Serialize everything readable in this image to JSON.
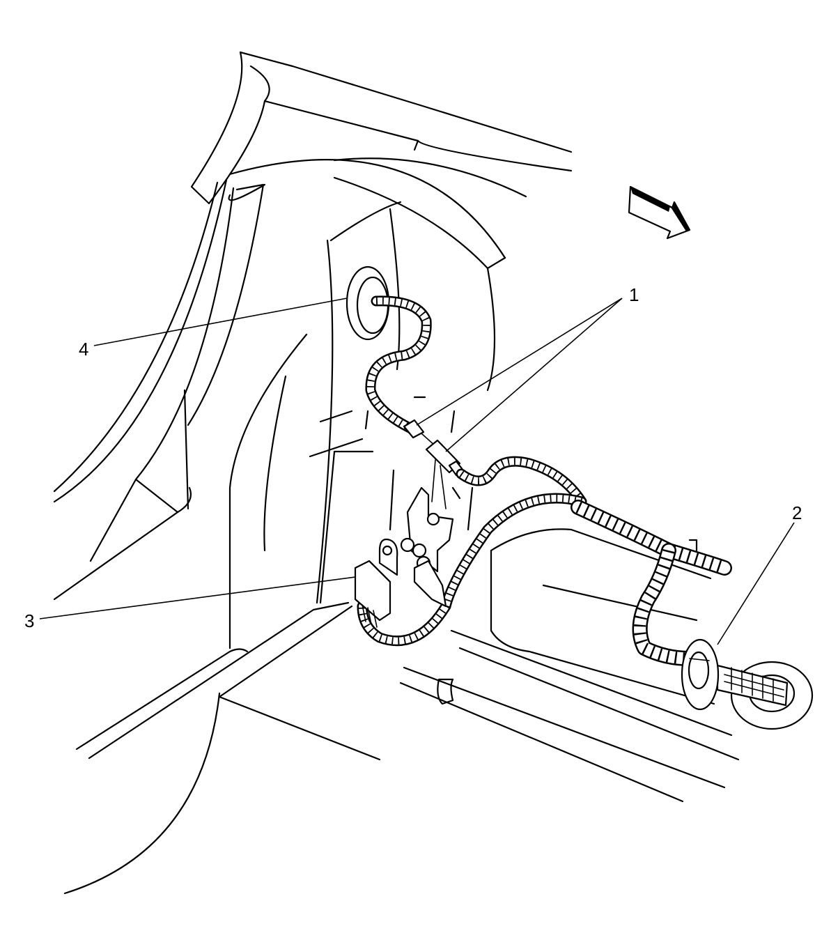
{
  "callouts": [
    {
      "id": "1",
      "label": "1"
    },
    {
      "id": "2",
      "label": "2"
    },
    {
      "id": "3",
      "label": "3"
    },
    {
      "id": "4",
      "label": "4"
    }
  ],
  "direction_arrow_icon": "front-direction-arrow-icon"
}
